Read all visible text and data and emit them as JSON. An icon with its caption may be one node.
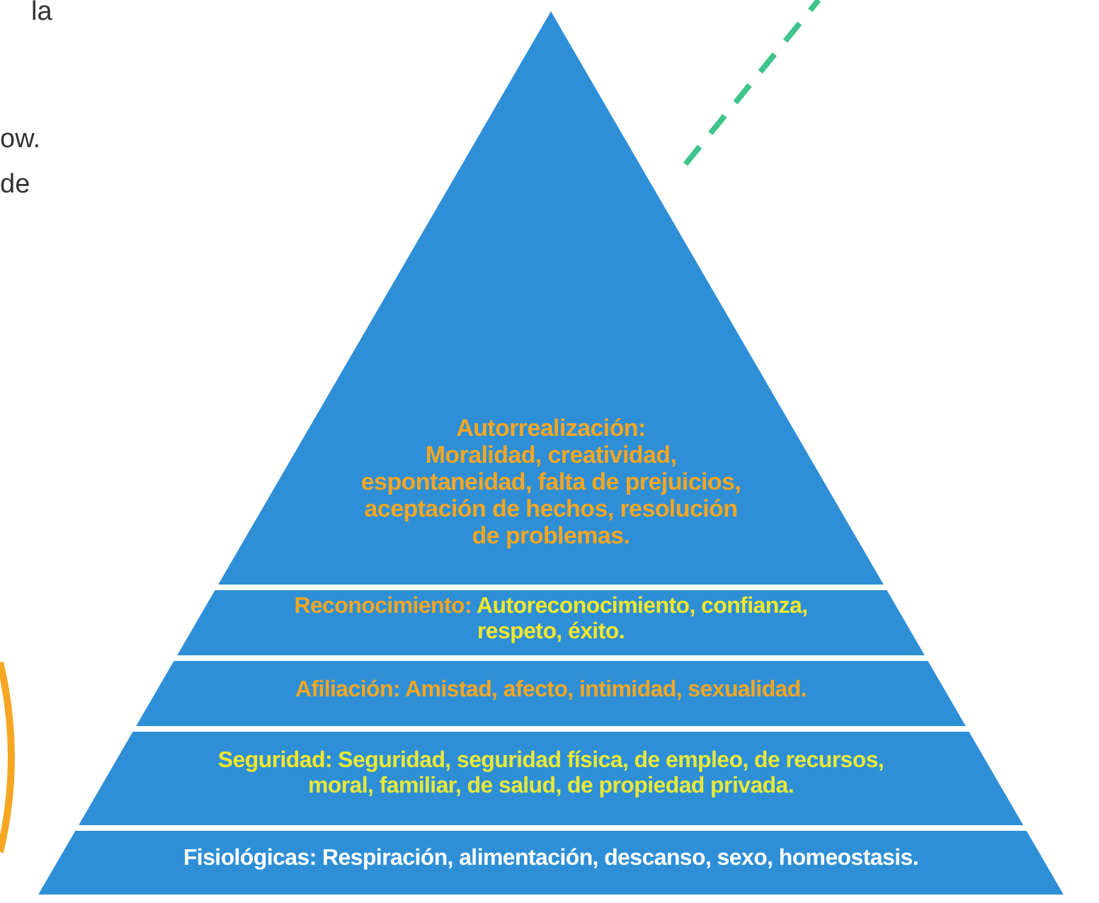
{
  "diagram": {
    "nodes": [
      {
        "text": [
          "**Autorrealización:** Moralidad, creatividad, espontaneidad, falta de prejuicios, aceptación de hechos, resolución de problemas."
        ]
      },
      {
        "text": [
          "**Reconocimiento:** Autoreconocimiento, confianza, respeto, éxito."
        ]
      },
      {
        "text": [
          "**Afiliación:** Amistad, afecto, intimidad, sexualidad."
        ]
      },
      {
        "text": [
          "**Seguridad:** Seguridad, seguridad física, de empleo, de recursos, moral, familiar, de salud, de propiedad privada."
        ]
      },
      {
        "text": [
          "**Fisiológicas:** Respiración, alimentación, descanso, sexo, homeostasis."
        ]
      }
    ],
    "edges": [],
    "labels": [
      "la",
      "ow.",
      "de"
    ]
  }
}
